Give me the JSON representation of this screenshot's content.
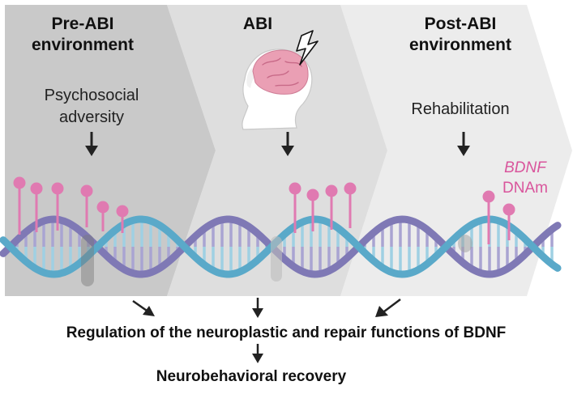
{
  "stages": [
    {
      "title_line1": "Pre-ABI",
      "title_line2": "environment",
      "exposure_line1": "Psychosocial",
      "exposure_line2": "adversity"
    },
    {
      "title_line1": "ABI"
    },
    {
      "title_line1": "Post-ABI",
      "title_line2": "environment",
      "exposure_line1": "Rehabilitation"
    }
  ],
  "legend": {
    "gene": "BDNF",
    "mark": "DNAm"
  },
  "outcomes": {
    "regulation": "Regulation of the neuroplastic and repair functions of BDNF",
    "recovery": "Neurobehavioral recovery"
  },
  "icons": [
    "head-brain-icon",
    "lightning-bolt-icon",
    "dna-helix-icon",
    "methylation-lollipop-icon"
  ],
  "colors": {
    "stage1": "#c9c9c9",
    "stage2": "#dedede",
    "stage3": "#ececec",
    "strand_blue": "#5aa9c9",
    "strand_purple": "#7f79b5",
    "methylation": "#e07ab1",
    "brain": "#ea9fb4",
    "legend_text": "#d9559c"
  }
}
